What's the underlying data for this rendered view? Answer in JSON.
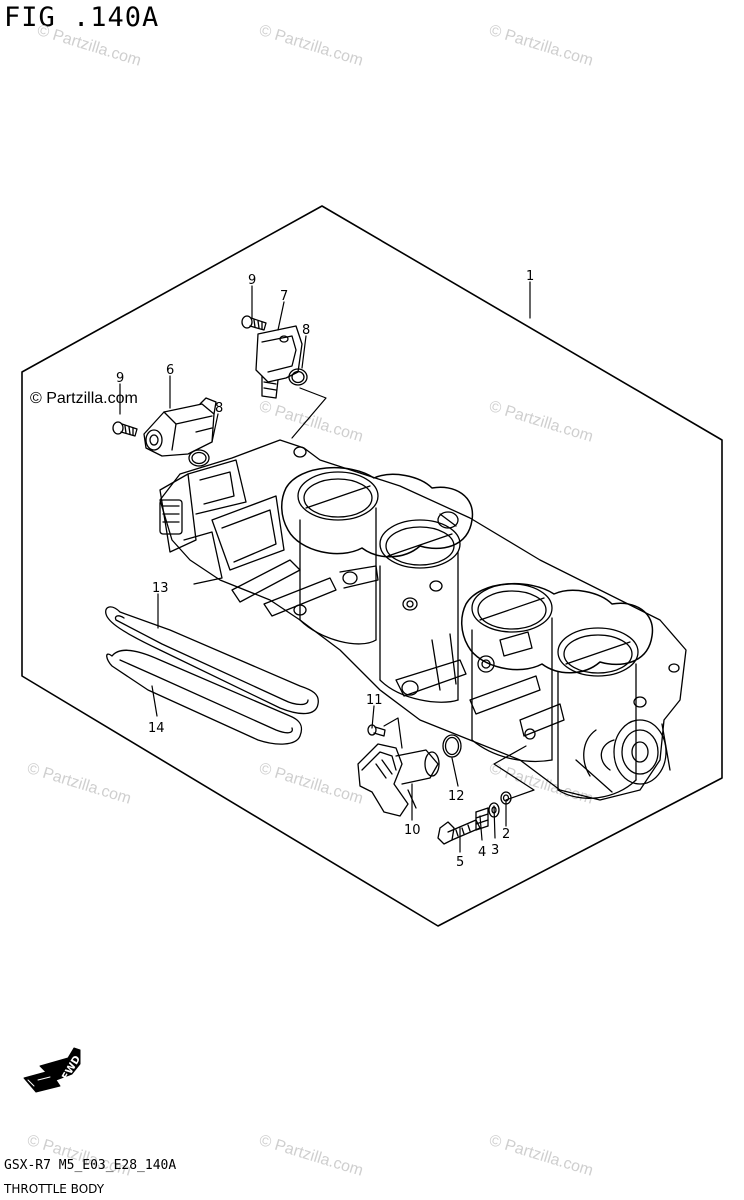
{
  "figure": {
    "title": "FIG .140A"
  },
  "footer": {
    "code": "GSX-R7 M5_E03_E28_140A",
    "name": "THROTTLE BODY"
  },
  "copyright": "© Partzilla.com",
  "watermark": "© Partzilla.com",
  "fwd_label": "FWD",
  "callouts": {
    "c1": "1",
    "c2": "2",
    "c3": "3",
    "c4": "4",
    "c5": "5",
    "c6": "6",
    "c7": "7",
    "c8a": "8",
    "c8b": "8",
    "c9a": "9",
    "c9b": "9",
    "c10": "10",
    "c11": "11",
    "c12": "12",
    "c13": "13",
    "c14": "14"
  }
}
